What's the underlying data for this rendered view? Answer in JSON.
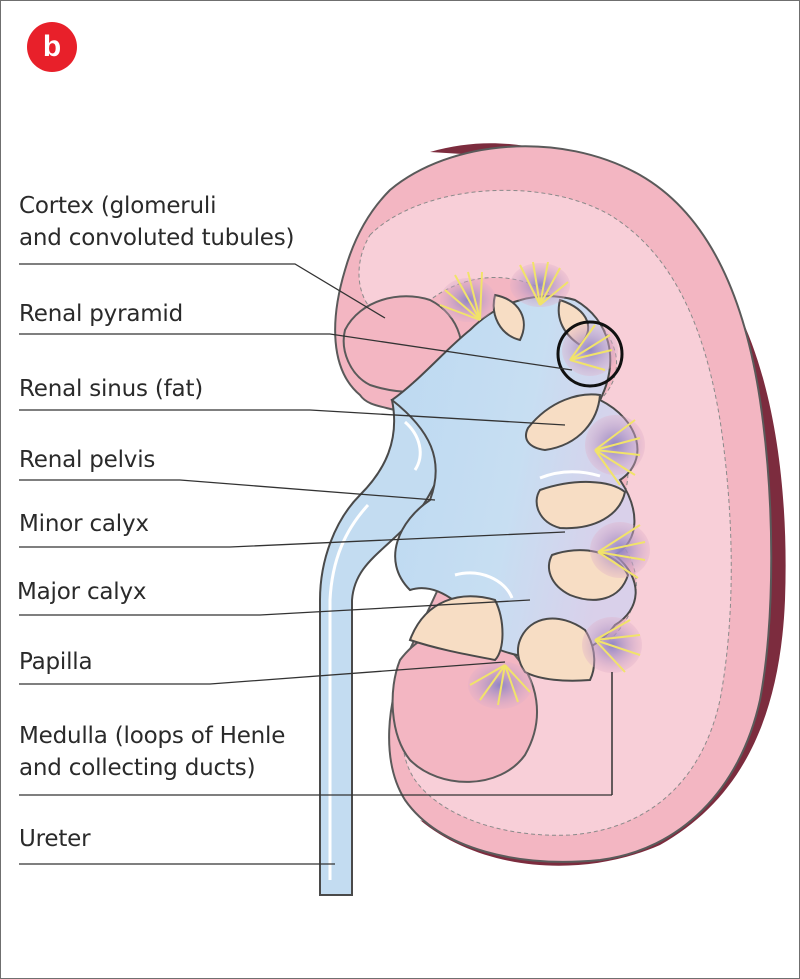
{
  "badge": "b",
  "labels": {
    "cortex": [
      "Cortex (glomeruli",
      "and convoluted tubules)"
    ],
    "renal_pyramid": "Renal pyramid",
    "renal_sinus": "Renal sinus (fat)",
    "renal_pelvis": "Renal pelvis",
    "minor_calyx": "Minor calyx",
    "major_calyx": "Major calyx",
    "papilla": "Papilla",
    "medulla": [
      "Medulla (loops of Henle",
      "and collecting ducts)"
    ],
    "ureter": "Ureter"
  },
  "colors": {
    "cortex": "#f3b6c2",
    "cortex_light": "#f8d3da",
    "capsule_shadow": "#7c2c3e",
    "pelvis": "#c6dff2",
    "sinus_fat": "#f7ddc4",
    "pyramid": "#9b8fc7",
    "tubules": "#f1e36a",
    "badge": "#e8202a"
  }
}
